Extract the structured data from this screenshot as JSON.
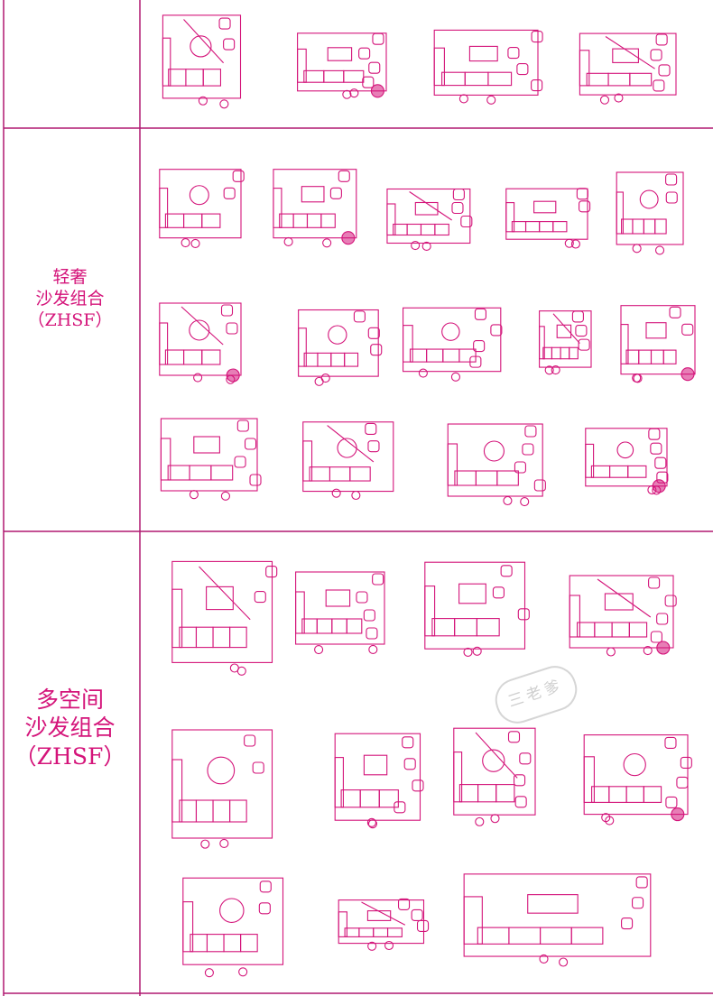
{
  "sections": [
    {
      "id": "top",
      "lines": []
    },
    {
      "id": "light-luxury",
      "lines": [
        "轻奢",
        "沙发组合",
        "（ZHSF）"
      ]
    },
    {
      "id": "multi-space",
      "lines": [
        "多空间",
        "沙发组合",
        "（ZHSF）"
      ]
    }
  ],
  "watermark": "三老爹",
  "colors": {
    "line": "#d4147a",
    "grid": "#b01870",
    "watermark": "#cfcfcf"
  }
}
